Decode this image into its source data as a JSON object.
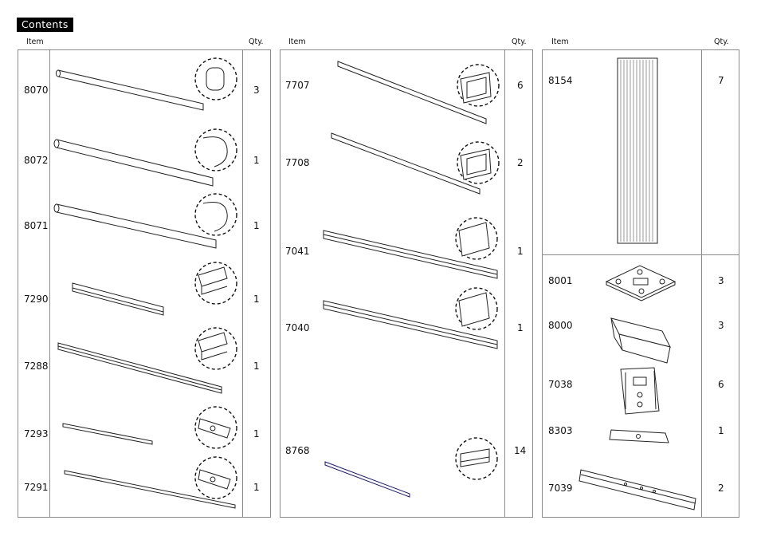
{
  "title": "Contents",
  "headers": {
    "item": "Item",
    "qty": "Qty."
  },
  "columns": [
    {
      "items": [
        {
          "code": "8070",
          "qty": "3"
        },
        {
          "code": "8072",
          "qty": "1"
        },
        {
          "code": "8071",
          "qty": "1"
        },
        {
          "code": "7290",
          "qty": "1"
        },
        {
          "code": "7288",
          "qty": "1"
        },
        {
          "code": "7293",
          "qty": "1"
        },
        {
          "code": "7291",
          "qty": "1"
        }
      ]
    },
    {
      "items": [
        {
          "code": "7707",
          "qty": "6"
        },
        {
          "code": "7708",
          "qty": "2"
        },
        {
          "code": "7041",
          "qty": "1"
        },
        {
          "code": "7040",
          "qty": "1"
        },
        {
          "code": "8768",
          "qty": "14"
        }
      ]
    },
    {
      "items": [
        {
          "code": "8154",
          "qty": "7"
        },
        {
          "code": "8001",
          "qty": "3"
        },
        {
          "code": "8000",
          "qty": "3"
        },
        {
          "code": "7038",
          "qty": "6"
        },
        {
          "code": "8303",
          "qty": "1"
        },
        {
          "code": "7039",
          "qty": "2"
        }
      ]
    }
  ]
}
